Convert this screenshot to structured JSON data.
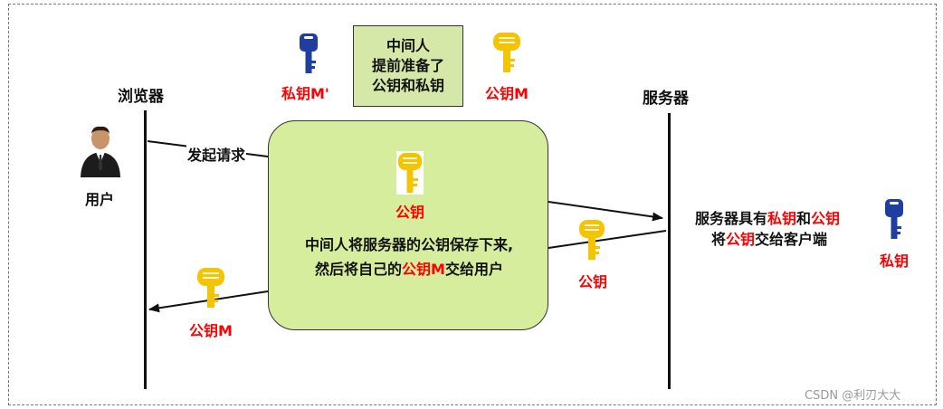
{
  "participants": {
    "browser": "浏览器",
    "server": "服务器",
    "user": "用户"
  },
  "attacker_prep": {
    "line1": "中间人",
    "line2": "提前准备了",
    "line3": "公钥和私钥"
  },
  "attacker_keys": {
    "private_label": "私钥M'",
    "public_label": "公钥M"
  },
  "messages": {
    "request": "发起请求",
    "server_sends_public_key": "公钥",
    "attacker_sends_fake_key": "公钥M"
  },
  "mitm_box": {
    "key_label": "公钥",
    "desc_line1": "中间人将服务器的公钥保存下来,",
    "desc_line2_pre": "然后将自己的",
    "desc_line2_key": "公钥M",
    "desc_line2_post": "交给用户"
  },
  "server_note": {
    "line1_pre": "服务器具有",
    "line1_key1": "私钥",
    "line1_mid": "和",
    "line1_key2": "公钥",
    "line2_pre": "将",
    "line2_key": "公钥",
    "line2_post": "交给客户端",
    "private_key_label": "私钥"
  },
  "watermark": "CSDN @利刃大大",
  "colors": {
    "public_key": "#f5c400",
    "private_key": "#1f3fa0",
    "highlight_text": "#ff0000",
    "box_fill": "#d7ed9e"
  },
  "icons": {
    "user": "user-avatar-icon",
    "public_key": "gold-key-icon",
    "private_key": "blue-key-icon"
  }
}
